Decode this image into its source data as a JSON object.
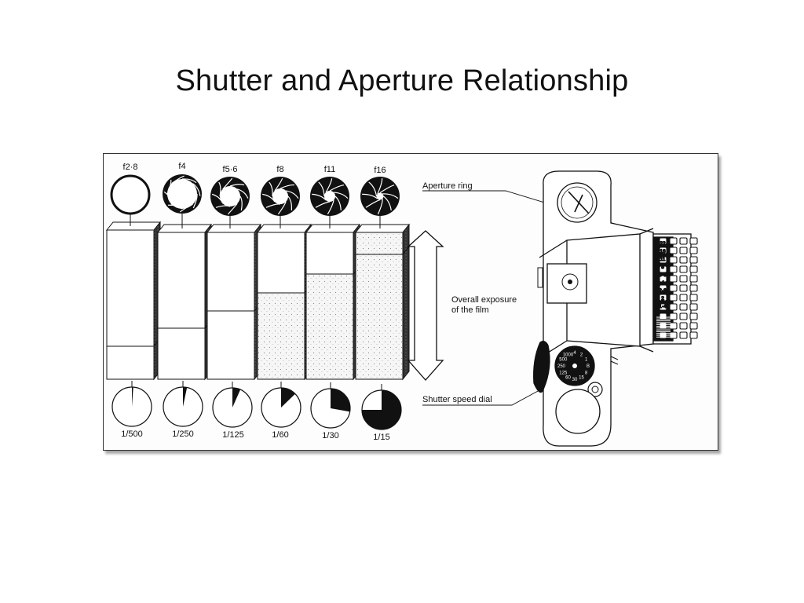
{
  "title": "Shutter and Aperture Relationship",
  "diagram": {
    "aperture_stops": [
      "f2·8",
      "f4",
      "f5·6",
      "f8",
      "f11",
      "f16"
    ],
    "shutter_speeds": [
      "1/500",
      "1/250",
      "1/125",
      "1/60",
      "1/30",
      "1/15"
    ],
    "callouts": {
      "aperture_ring": "Aperture ring",
      "overall_exposure_line1": "Overall exposure",
      "overall_exposure_line2": "of the film",
      "shutter_speed_dial": "Shutter speed dial"
    },
    "ring_scale": [
      "22",
      "16",
      "11",
      "8",
      "5·6",
      "4",
      "2·8",
      "2",
      "1·4"
    ],
    "dial_marks": [
      "4",
      "2",
      "1",
      "B",
      "8",
      "15",
      "30",
      "60",
      "125",
      "250",
      "500",
      "1000"
    ]
  }
}
